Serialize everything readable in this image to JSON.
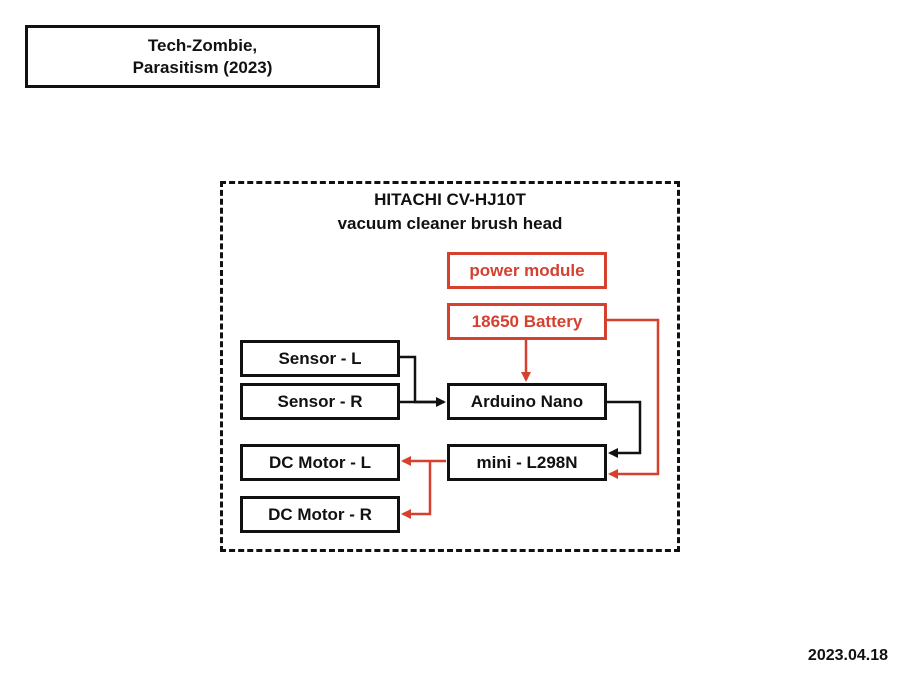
{
  "header": {
    "title_line1": "Tech-Zombie,",
    "title_line2": "Parasitism (2023)"
  },
  "frame": {
    "title_line1": "HITACHI CV-HJ10T",
    "title_line2": "vacuum cleaner brush head"
  },
  "nodes": {
    "power_module": "power module",
    "battery": "18650 Battery",
    "sensor_l": "Sensor - L",
    "sensor_r": "Sensor - R",
    "arduino": "Arduino Nano",
    "driver": "mini - L298N",
    "motor_l": "DC Motor - L",
    "motor_r": "DC Motor - R"
  },
  "colors": {
    "signal": "#111111",
    "power": "#d6402f"
  },
  "footer": {
    "date": "2023.04.18"
  }
}
